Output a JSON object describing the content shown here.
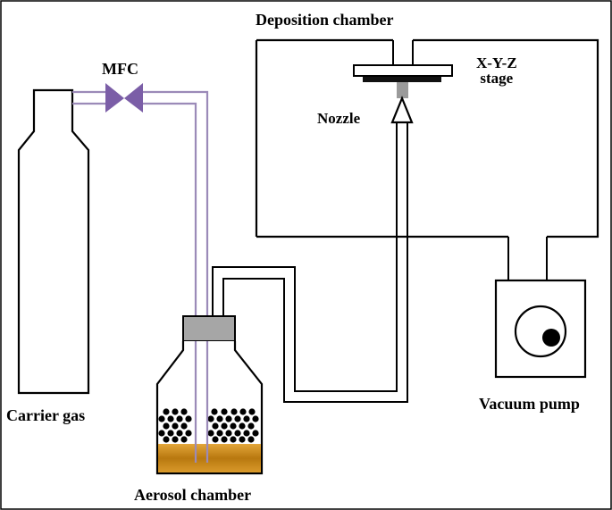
{
  "labels": {
    "deposition_chamber": "Deposition chamber",
    "mfc": "MFC",
    "stage_line1": "X-Y-Z",
    "stage_line2": "stage",
    "nozzle": "Nozzle",
    "carrier_gas": "Carrier gas",
    "vacuum_pump": "Vacuum pump",
    "aerosol_chamber": "Aerosol chamber"
  },
  "colors": {
    "line": "#000000",
    "gas_line": "#9b8ab8",
    "valve": "#7b5ea7",
    "cap": "#a6a6a6",
    "powder_band": "#c8861a",
    "background": "#ffffff"
  },
  "icons": {
    "valve": "double-triangle-valve-icon",
    "nozzle": "triangle-nozzle-icon",
    "pump": "circle-pump-icon"
  }
}
